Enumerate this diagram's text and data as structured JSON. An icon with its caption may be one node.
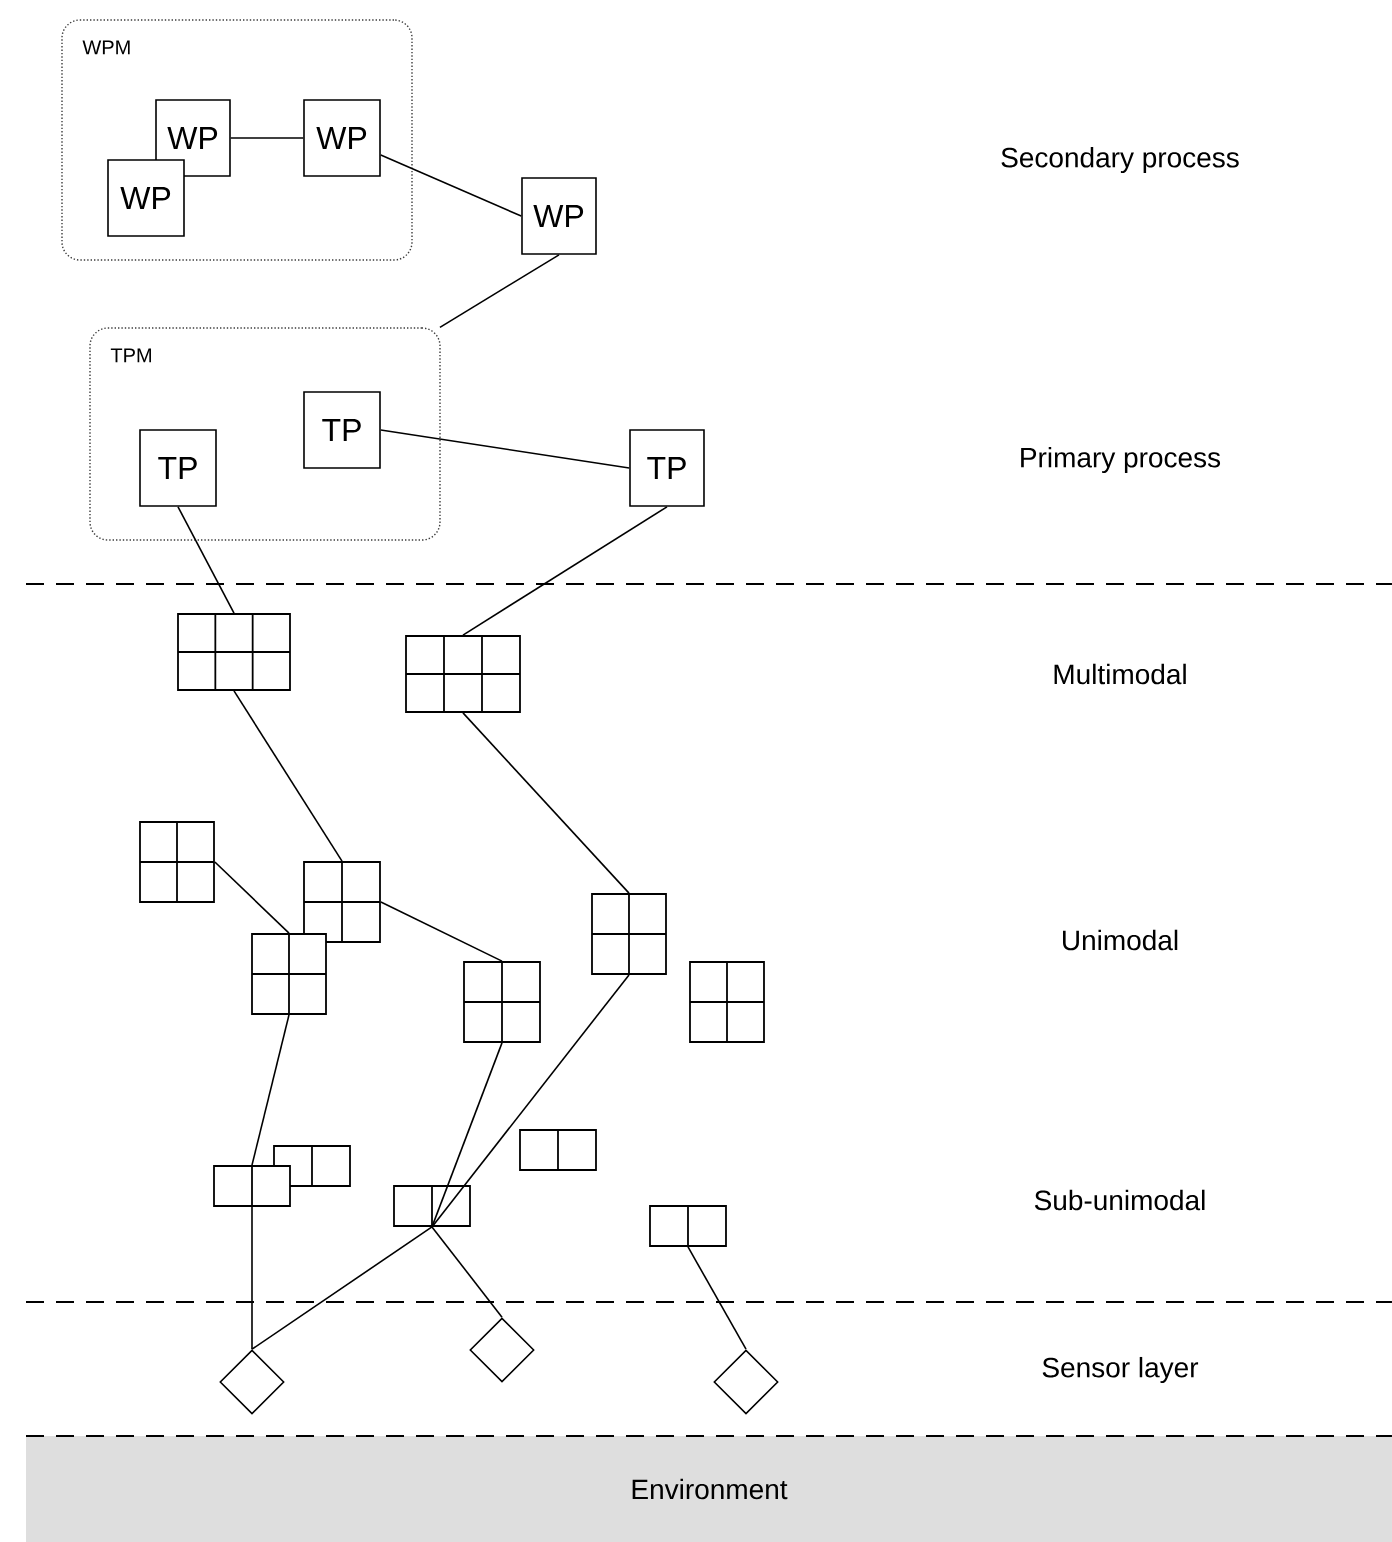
{
  "diagram": {
    "nodes": [
      {
        "text": [
          "WPM"
        ]
      },
      {
        "text": [
          "WP"
        ],
        "in": 0
      },
      {
        "text": [
          "WP"
        ],
        "in": 0
      },
      {
        "text": [
          "WP"
        ],
        "in": 0
      },
      {
        "text": [
          "WP"
        ]
      },
      {
        "text": [
          "TPM"
        ]
      },
      {
        "text": [
          "TP"
        ],
        "in": 5
      },
      {
        "text": [
          "TP"
        ],
        "in": 5
      },
      {
        "text": [
          "TP"
        ]
      },
      {
        "text": [],
        "shape": "box"
      },
      {
        "text": [],
        "shape": "box"
      },
      {
        "text": [],
        "shape": "box"
      },
      {
        "text": [],
        "shape": "box"
      },
      {
        "text": [],
        "shape": "box"
      },
      {
        "text": [],
        "shape": "box"
      },
      {
        "text": [],
        "shape": "box"
      },
      {
        "text": [],
        "shape": "box"
      },
      {
        "text": [],
        "shape": "box"
      },
      {
        "text": [],
        "shape": "box"
      },
      {
        "text": [],
        "shape": "box"
      },
      {
        "text": [],
        "shape": "box"
      },
      {
        "text": [],
        "shape": "box"
      },
      {
        "text": [],
        "shape": "diamond"
      },
      {
        "text": [],
        "shape": "diamond"
      },
      {
        "text": [],
        "shape": "diamond"
      },
      {
        "text": [
          "Environment"
        ]
      }
    ],
    "edges": [
      {
        "from": 1,
        "to": 3,
        "arrow": "none"
      },
      {
        "from": 3,
        "to": 4,
        "arrow": "none"
      },
      {
        "from": 4,
        "to": 5,
        "arrow": "none"
      },
      {
        "from": 6,
        "to": 8,
        "arrow": "none"
      },
      {
        "from": 7,
        "to": 9,
        "arrow": "none"
      },
      {
        "from": 8,
        "to": 10,
        "arrow": "none"
      },
      {
        "from": 9,
        "to": 12,
        "arrow": "none"
      },
      {
        "from": 10,
        "to": 15,
        "arrow": "none"
      },
      {
        "from": 11,
        "to": 13,
        "arrow": "none"
      },
      {
        "from": 12,
        "to": 14,
        "arrow": "none"
      },
      {
        "from": 13,
        "to": 18,
        "arrow": "none"
      },
      {
        "from": 14,
        "to": 20,
        "arrow": "none"
      },
      {
        "from": 15,
        "to": 20,
        "arrow": "none"
      },
      {
        "from": 18,
        "to": 22,
        "arrow": "none"
      },
      {
        "from": 20,
        "to": 22,
        "arrow": "none"
      },
      {
        "from": 20,
        "to": 23,
        "arrow": "none"
      },
      {
        "from": 21,
        "to": 24,
        "arrow": "none"
      }
    ],
    "labels": [
      "Secondary process",
      "Primary process",
      "Multimodal",
      "Unimodal",
      "Sub-unimodal",
      "Sensor layer"
    ]
  }
}
